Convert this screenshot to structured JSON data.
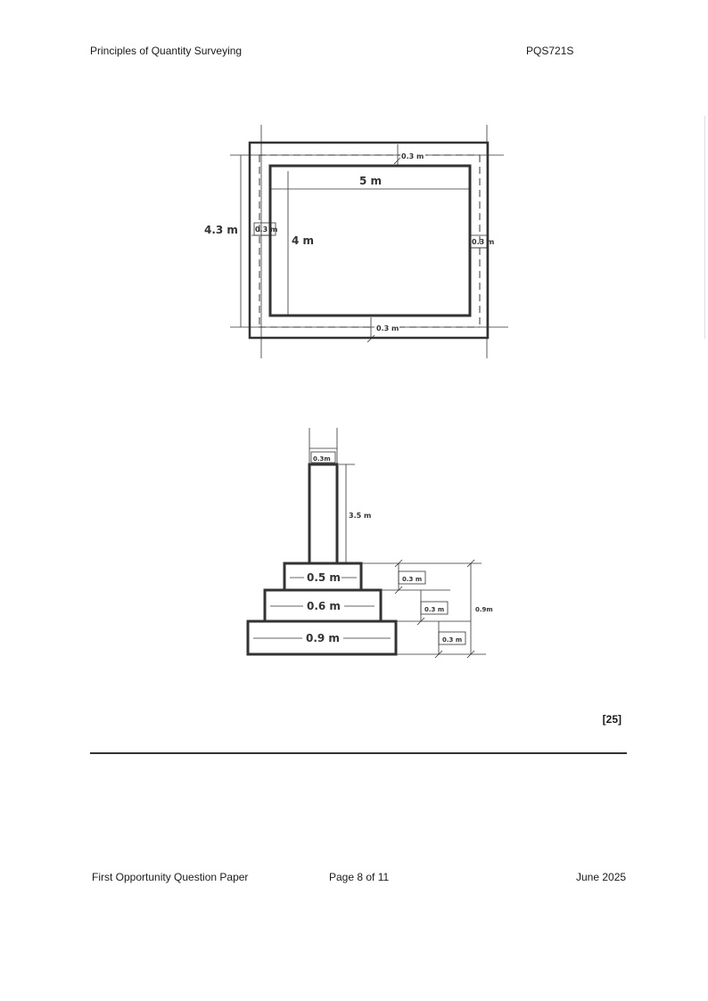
{
  "header": {
    "course_title": "Principles of Quantity Surveying",
    "course_code": "PQS721S"
  },
  "plan_drawing": {
    "outer_height_label": "4.3 m",
    "inner_length_label": "5 m",
    "inner_width_label": "4 m",
    "offset_top_label": "0.3 m",
    "offset_bottom_label": "0.3 m",
    "offset_left_label": "0.3 m",
    "offset_right_label": "0.3 m"
  },
  "section_drawing": {
    "wall_width_label": "0.3m",
    "wall_height_label": "3.5 m",
    "step1_width_label": "0.5 m",
    "step2_width_label": "0.6 m",
    "step3_width_label": "0.9 m",
    "step1_height_label": "0.3 m",
    "step2_height_label": "0.3 m",
    "step3_height_label": "0.3 m",
    "total_height_label": "0.9m"
  },
  "marks": "[25]",
  "footer": {
    "paper_label": "First Opportunity Question Paper",
    "page_label": "Page 8 of 11",
    "date_label": "June 2025"
  }
}
